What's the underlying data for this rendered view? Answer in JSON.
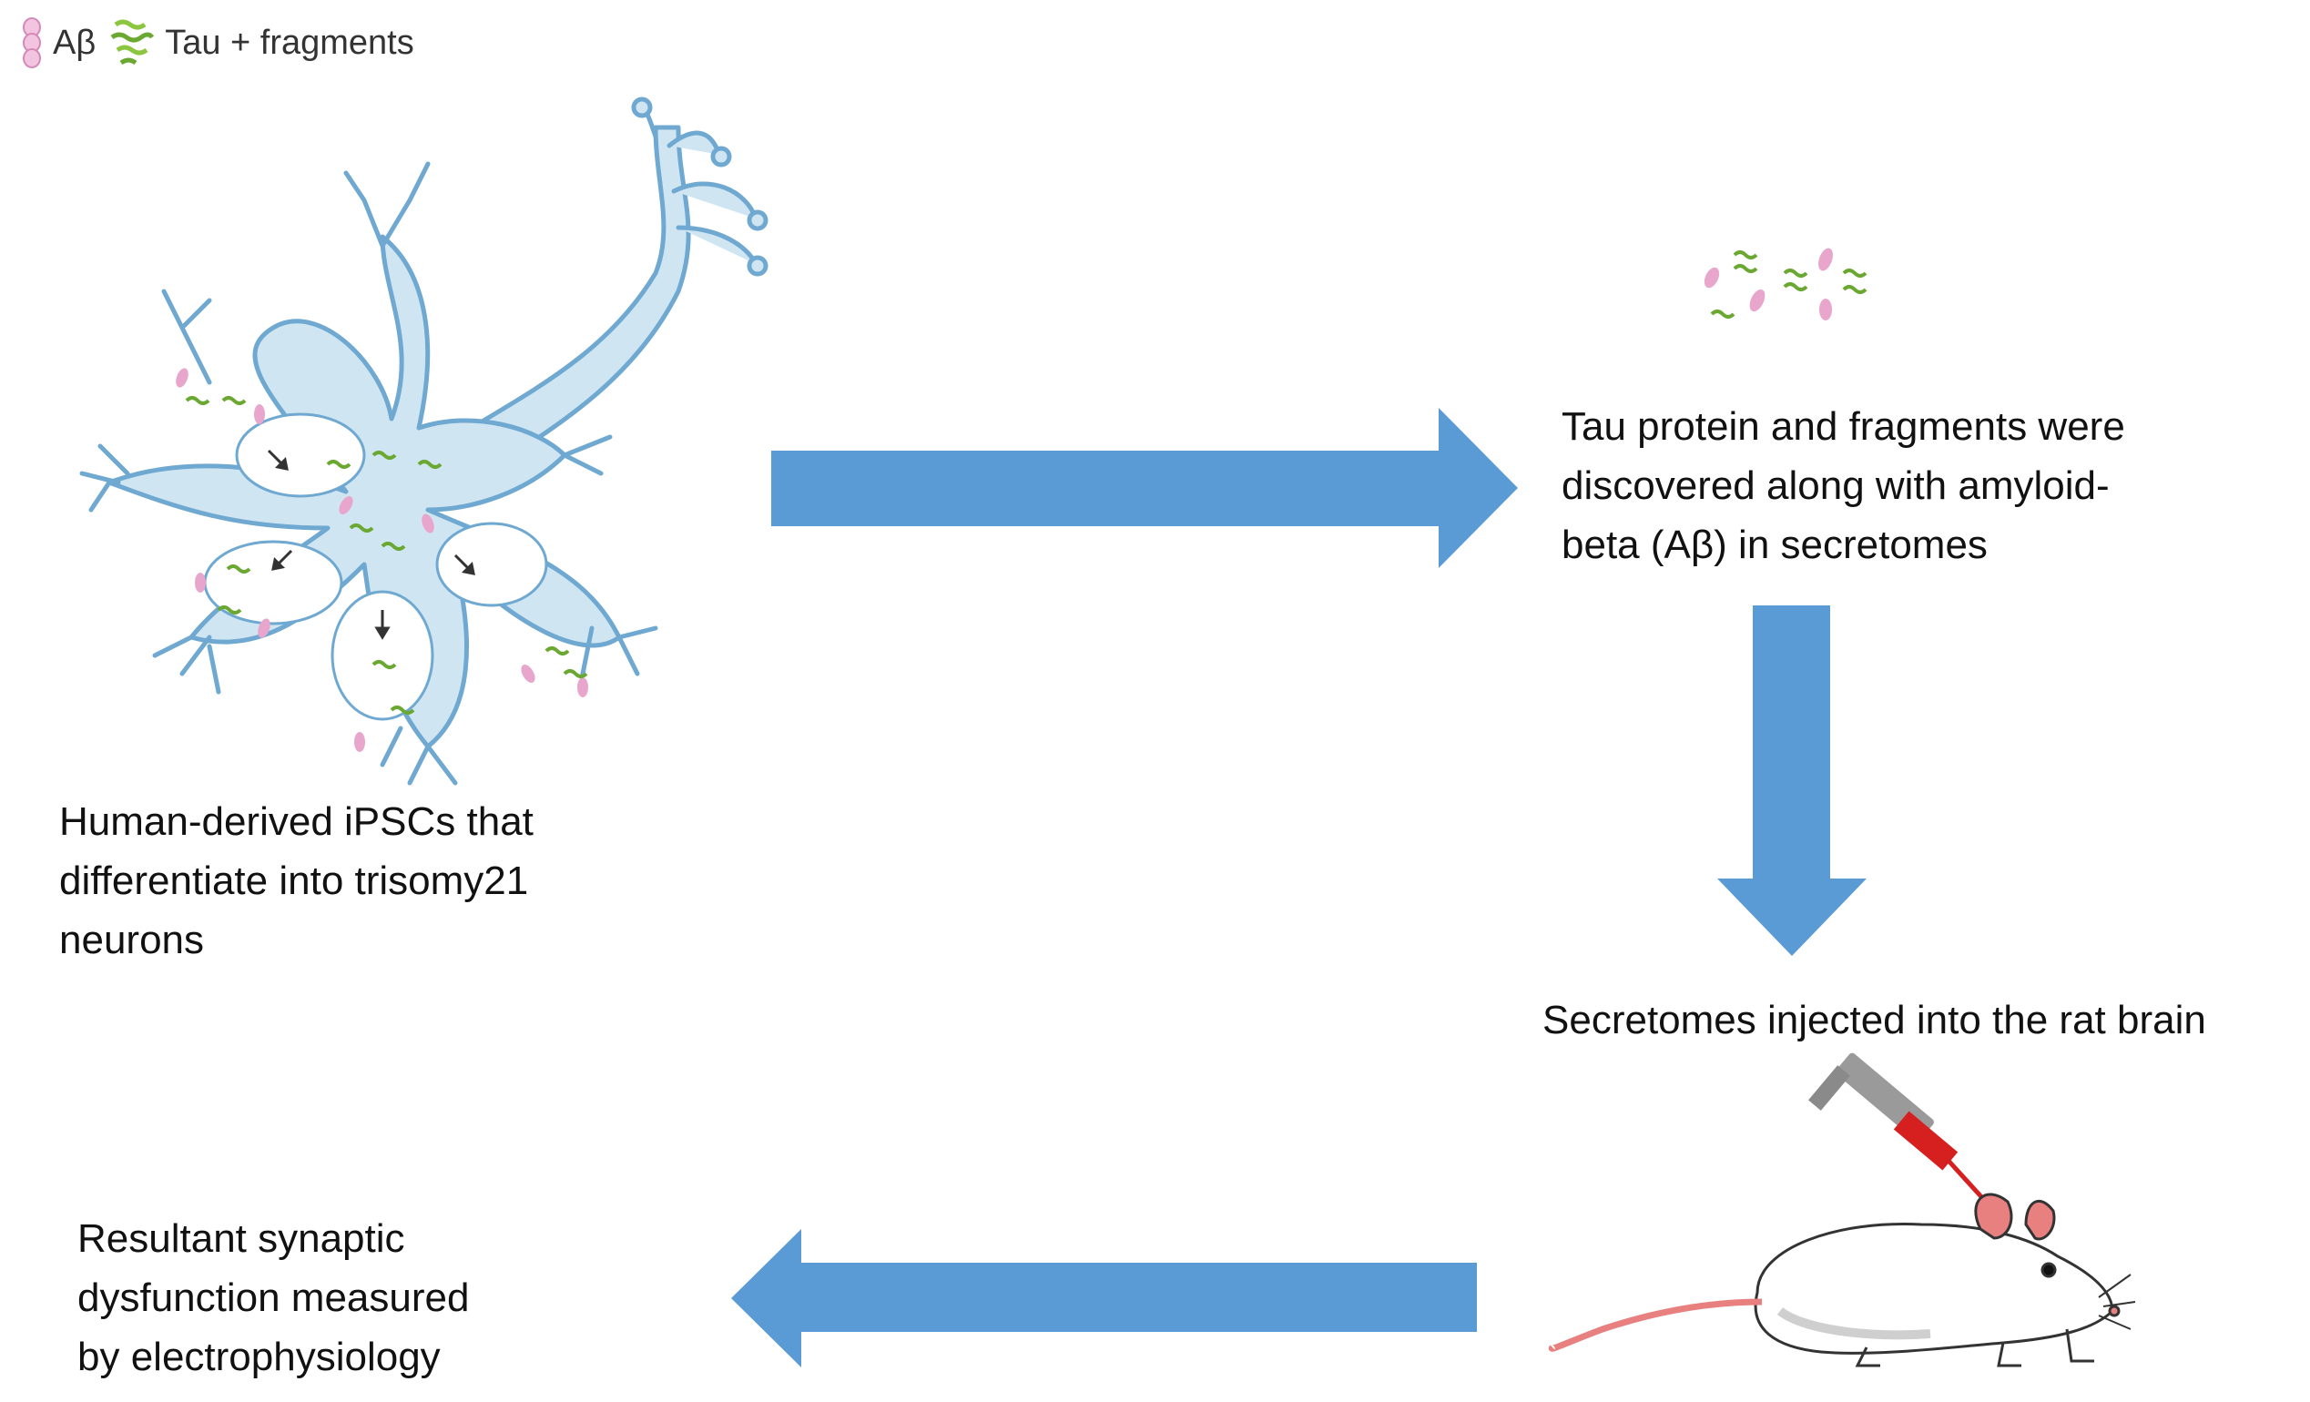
{
  "legend": {
    "abeta_label": "Aβ",
    "tau_label": "Tau + fragments"
  },
  "steps": [
    {
      "text": "Human-derived iPSCs that\ndifferentiate into trisomy21\nneurons"
    },
    {
      "text": "Tau protein and fragments were\ndiscovered along with amyloid-\nbeta (Aβ) in secretomes"
    },
    {
      "text": "Secretomes injected into the rat brain"
    },
    {
      "text": "Resultant synaptic\ndysfunction measured\nby electrophysiology"
    }
  ],
  "colors": {
    "arrow": "#5b9bd5",
    "neuron_fill": "#cfe6f2",
    "neuron_stroke": "#6fa8d0",
    "abeta": "#e8a6cd",
    "tau": "#8cc63f",
    "rat_ear": "#e88080",
    "syringe_needle": "#d62020"
  }
}
